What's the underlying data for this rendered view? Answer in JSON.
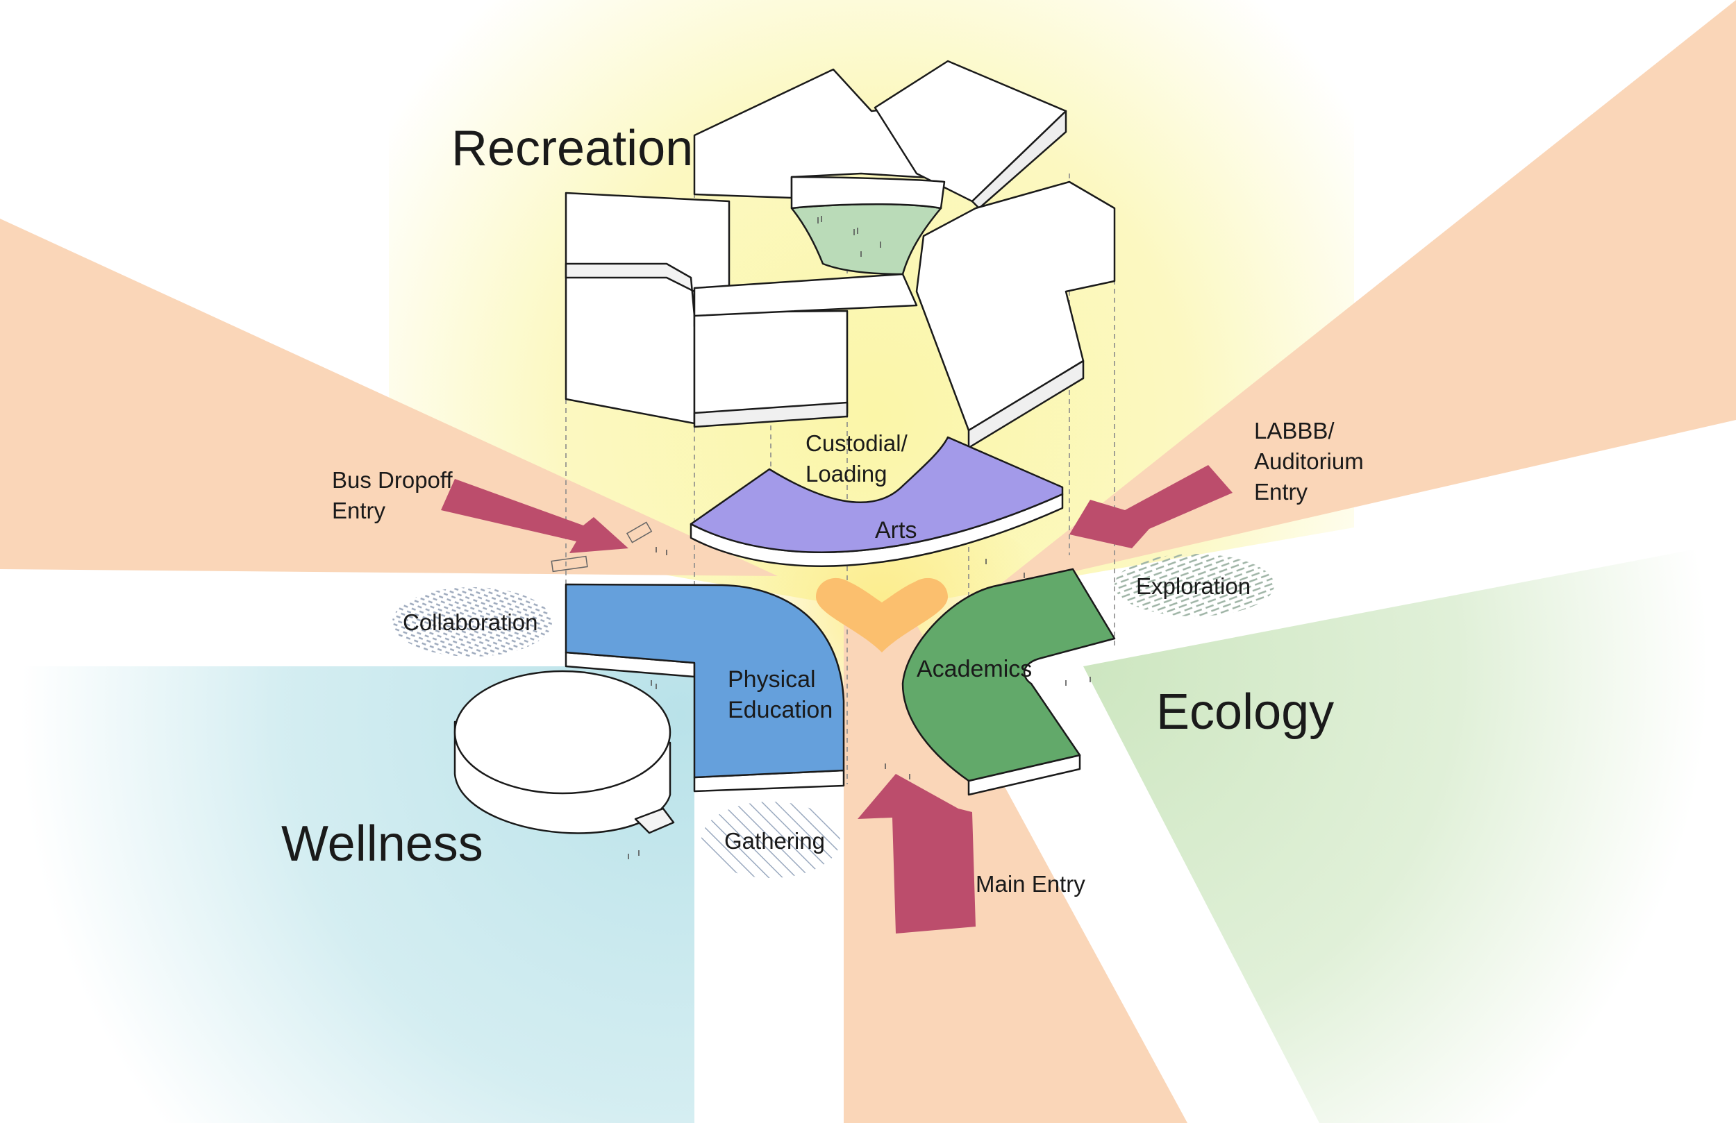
{
  "zones": {
    "recreation": "Recreation",
    "wellness": "Wellness",
    "ecology": "Ecology"
  },
  "programs": {
    "arts": "Arts",
    "physical_education": [
      "Physical",
      "Education"
    ],
    "academics": "Academics"
  },
  "spaces": {
    "collaboration": "Collaboration",
    "exploration": "Exploration",
    "gathering": "Gathering"
  },
  "entries": {
    "bus_dropoff": [
      "Bus Dropoff",
      "Entry"
    ],
    "labbb_auditorium": [
      "LABBB/",
      "Auditorium",
      "Entry"
    ],
    "main_entry": "Main Entry",
    "custodial_loading": [
      "Custodial/",
      "Loading"
    ]
  },
  "colors": {
    "recreation": "#FBF7B6",
    "wellness": "#C9E9EE",
    "ecology": "#D6EBCB",
    "ray": "#FAD6B8",
    "arts": "#A39AE9",
    "physical_education": "#65A0DC",
    "academics": "#62A96A",
    "courtyard": "#BADBB8",
    "heart": "#FBBF6E",
    "arrow": "#BC4D6C",
    "building": "#FFFFFF"
  },
  "icons": [
    "heart-icon",
    "arrow-icon",
    "hatch-pattern"
  ]
}
